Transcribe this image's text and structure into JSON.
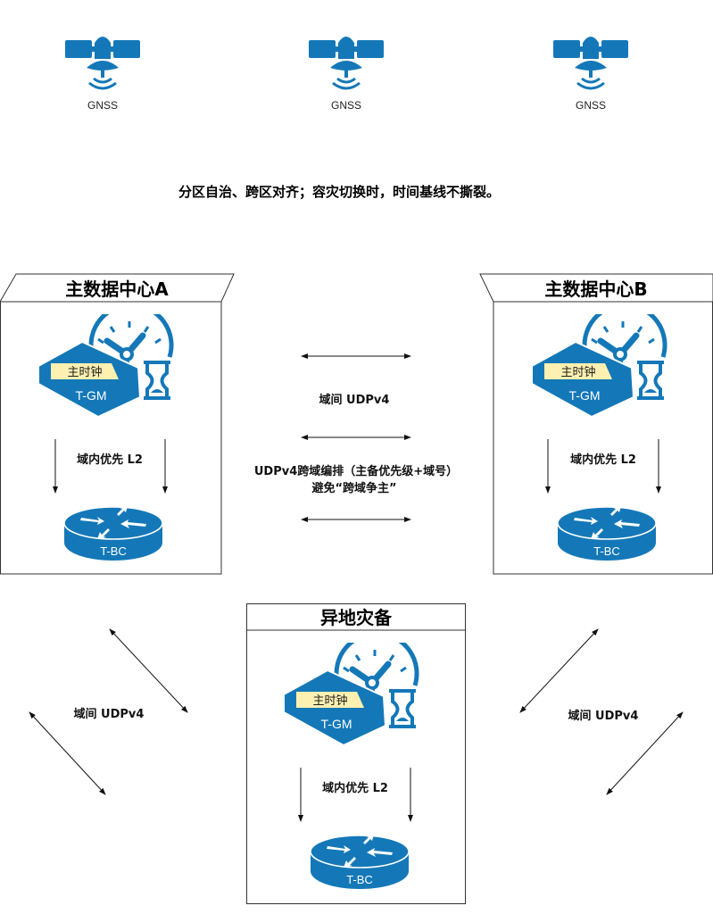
{
  "satellites": [
    {
      "label": "GNSS"
    },
    {
      "label": "GNSS"
    },
    {
      "label": "GNSS"
    }
  ],
  "heading": "分区自治、跨区对齐；容灾切换时，时间基线不撕裂。",
  "centers": {
    "a": {
      "title": "主数据中心A",
      "gm_tag": "主时钟",
      "gm_label": "T-GM",
      "link_label": "域内优先 L2",
      "bc_label": "T-BC"
    },
    "b": {
      "title": "主数据中心B",
      "gm_tag": "主时钟",
      "gm_label": "T-GM",
      "link_label": "域内优先 L2",
      "bc_label": "T-BC"
    },
    "c": {
      "title": "异地灾备",
      "gm_tag": "主时钟",
      "gm_label": "T-GM",
      "link_label": "域内优先 L2",
      "bc_label": "T-BC"
    }
  },
  "middle": {
    "inter_label": "域间 UDPv4",
    "orchestration_line1": "UDPv4跨域编排（主备优先级+域号）",
    "orchestration_line2": "避免“跨域争主”"
  },
  "left_link_label": "域间 UDPv4",
  "right_link_label": "域间 UDPv4",
  "colors": {
    "icon": "#1478b8",
    "tag": "#fdf0b0"
  }
}
